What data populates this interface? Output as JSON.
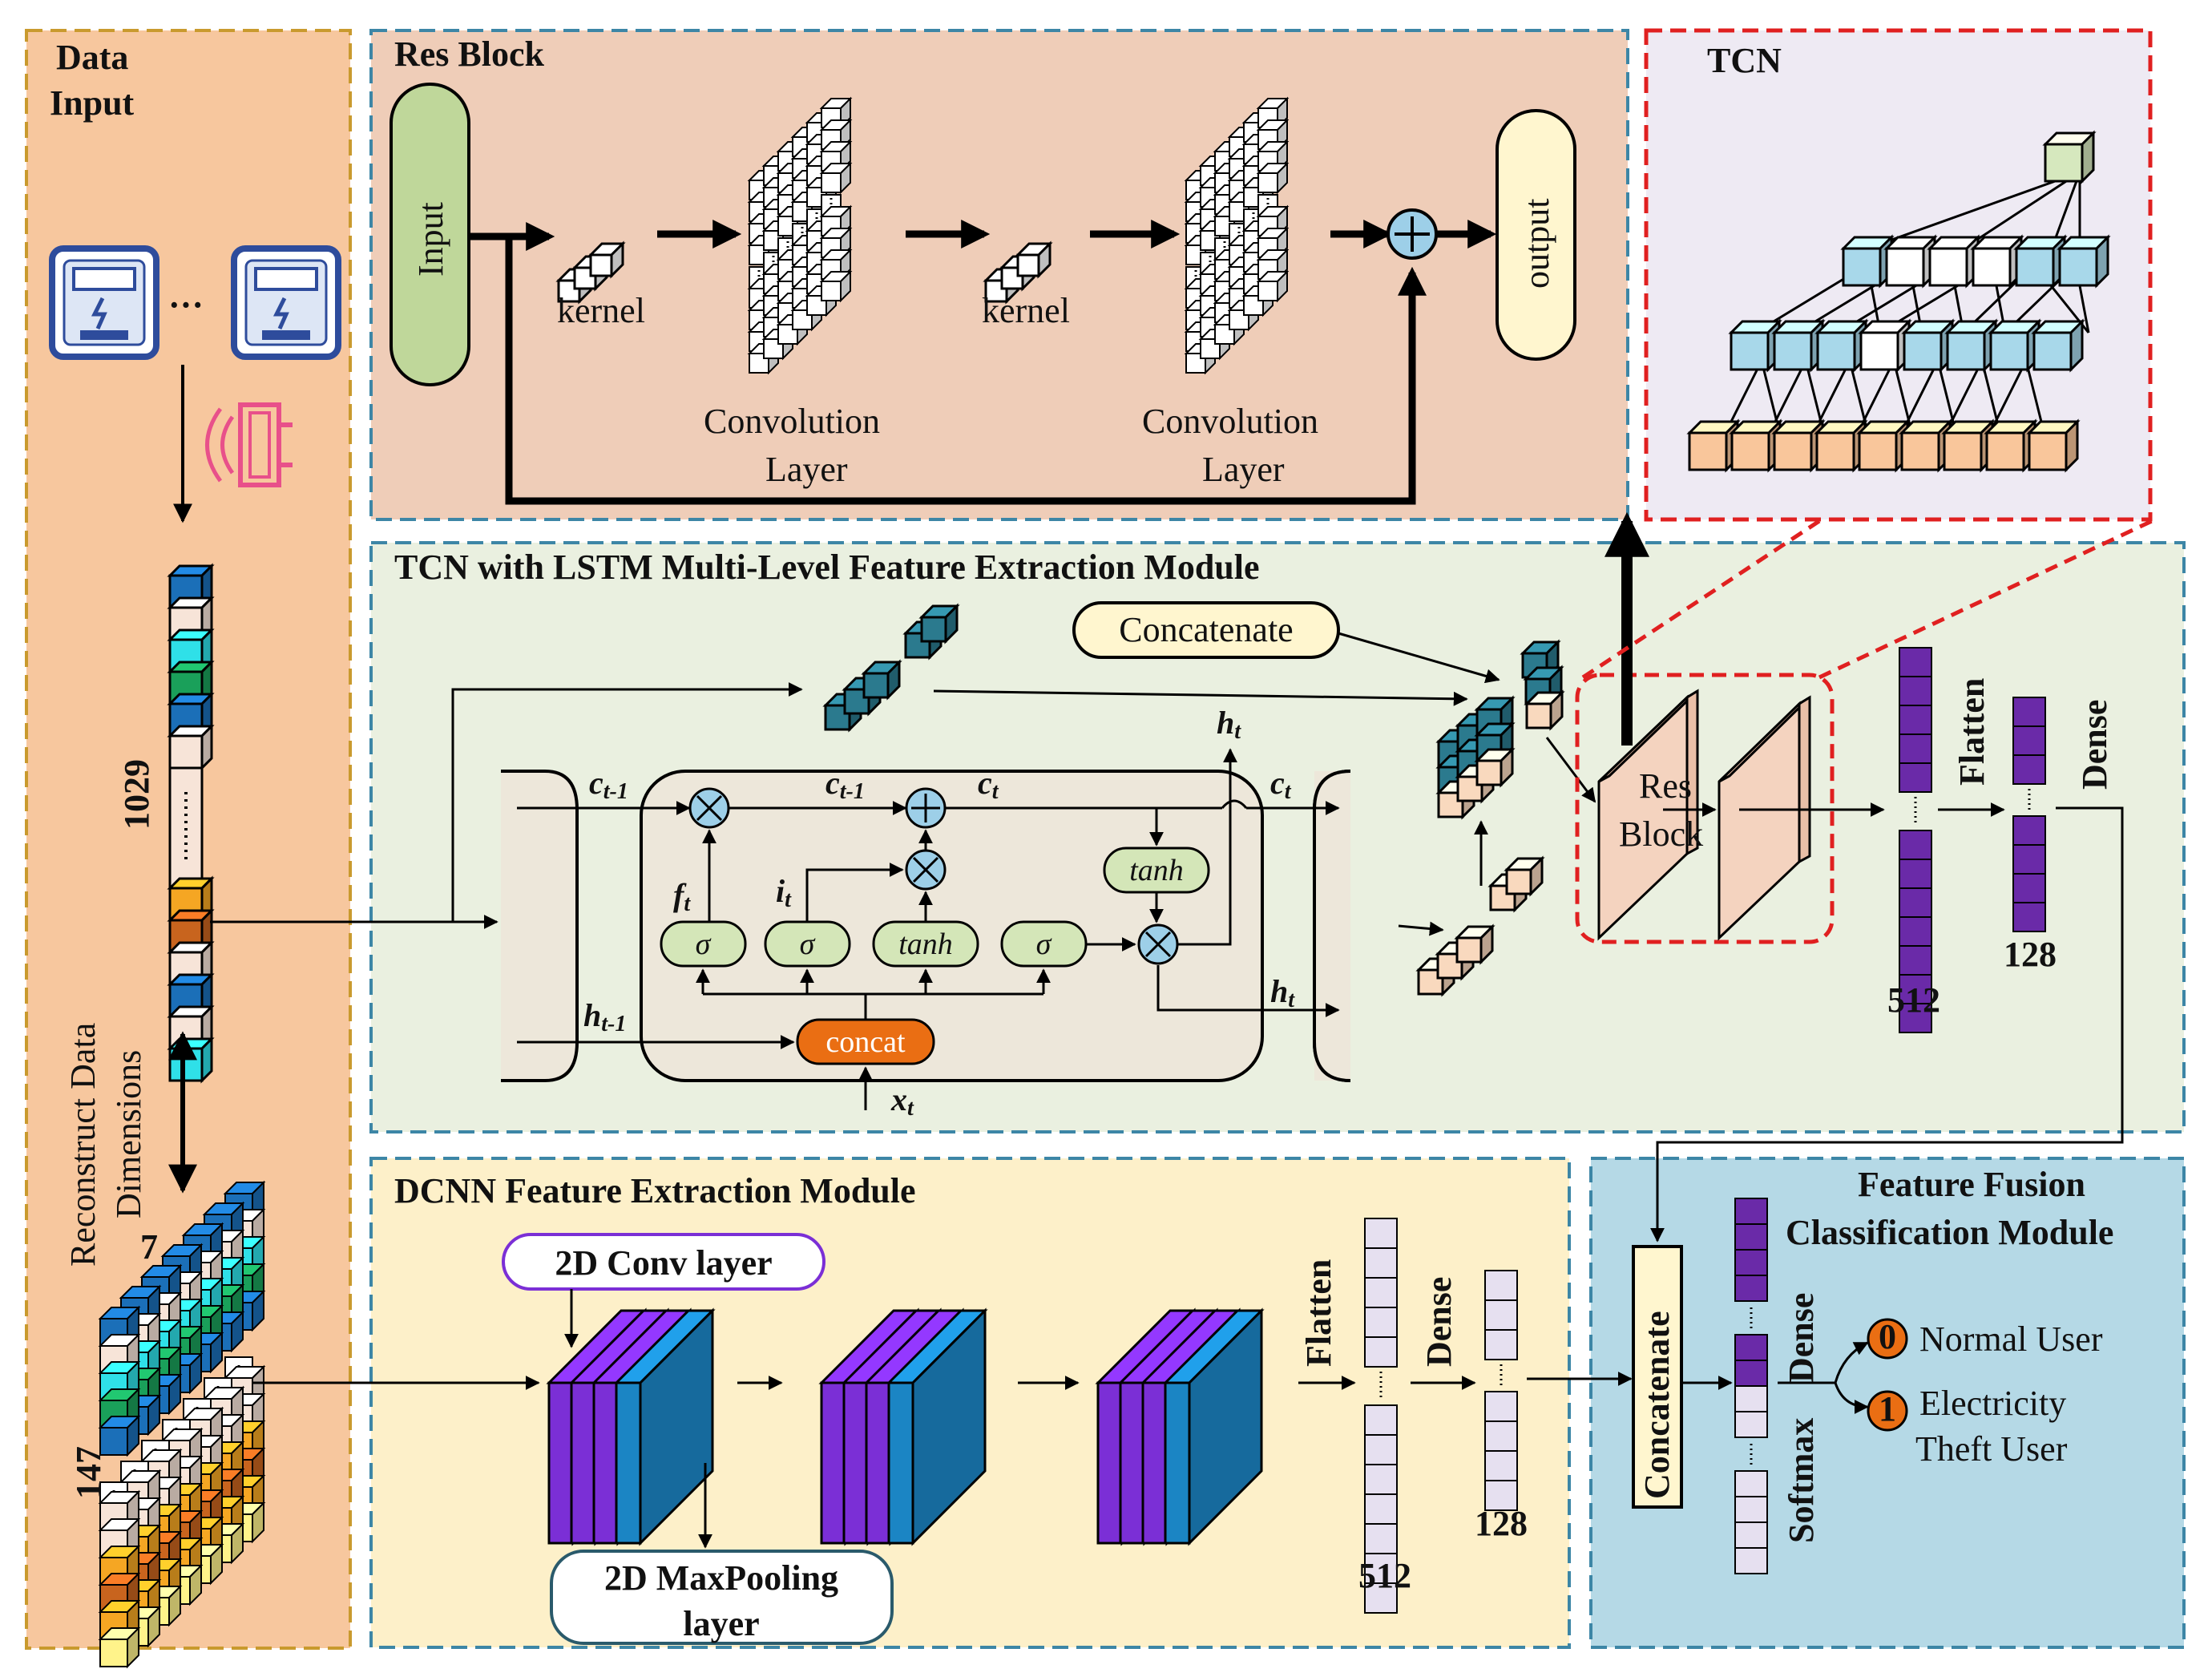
{
  "colors": {
    "data_input_bg": "#F7C79E",
    "res_block_bg": "#EFCDB8",
    "tcn_bg": "#EEEAF3",
    "lstm_module_bg": "#EAF0E0",
    "dcnn_bg": "#FDF0C9",
    "fusion_bg": "#B5D9E6",
    "accent_purple": "#7B2FD6",
    "accent_blue": "#1B85C4",
    "accent_orange": "#EA6E13",
    "dashed_red": "#E02020",
    "dashed_blue": "#3D86A6"
  },
  "icons": [
    "smart-meter-icon",
    "wireless-router-icon",
    "data-cube-icon"
  ],
  "data_input": {
    "title_line1": "Data",
    "title_line2": "Input",
    "ellipsis": "···",
    "seq_length": "1029",
    "reconstruct_line1": "Reconstruct  Data",
    "reconstruct_line2": "Dimensions",
    "grid_cols": "7",
    "grid_rows": "147"
  },
  "res_block": {
    "title": "Res Block",
    "input_label": "Input",
    "kernel1": "kernel",
    "kernel2": "kernel",
    "conv1_line1": "Convolution",
    "conv1_line2": "Layer",
    "conv2_line1": "Convolution",
    "conv2_line2": "Layer",
    "output_label": "output"
  },
  "tcn": {
    "title": "TCN"
  },
  "lstm_module": {
    "title": "TCN  with LSTM Multi-Level Feature Extraction Module",
    "concatenate": "Concatenate",
    "res_line1": "Res",
    "res_line2": "Block",
    "flatten": "Flatten",
    "dense": "Dense",
    "flatten_size": "512",
    "dense_size": "128",
    "cell": {
      "c_prev_left": "c",
      "c_prev_left_sub": "t-1",
      "c_prev_mid": "c",
      "c_prev_mid_sub": "t-1",
      "c_t_mid": "c",
      "c_t_mid_sub": "t",
      "c_t_right": "c",
      "c_t_right_sub": "t",
      "h_t_top": "h",
      "h_t_top_sub": "t",
      "h_prev": "h",
      "h_prev_sub": "t-1",
      "h_t_right": "h",
      "h_t_right_sub": "t",
      "f_t": "f",
      "f_t_sub": "t",
      "i_t": "i",
      "i_t_sub": "t",
      "x_t": "x",
      "x_t_sub": "t",
      "sigma": "σ",
      "tanh": "tanh",
      "concat": "concat"
    }
  },
  "dcnn_module": {
    "title": "DCNN Feature Extraction Module",
    "conv_layer": "2D Conv layer",
    "maxpool_line1": "2D MaxPooling",
    "maxpool_line2": "layer",
    "flatten": "Flatten",
    "dense": "Dense",
    "flatten_size": "512",
    "dense_size": "128"
  },
  "fusion_module": {
    "title_line1": "Feature Fusion",
    "title_line2": "Classification Module",
    "concatenate": "Concatenate",
    "dense": "Dense",
    "softmax": "Softmax",
    "class0_num": "0",
    "class0_label": "Normal User",
    "class1_num": "1",
    "class1_line1": "Electricity",
    "class1_line2": "Theft User"
  }
}
